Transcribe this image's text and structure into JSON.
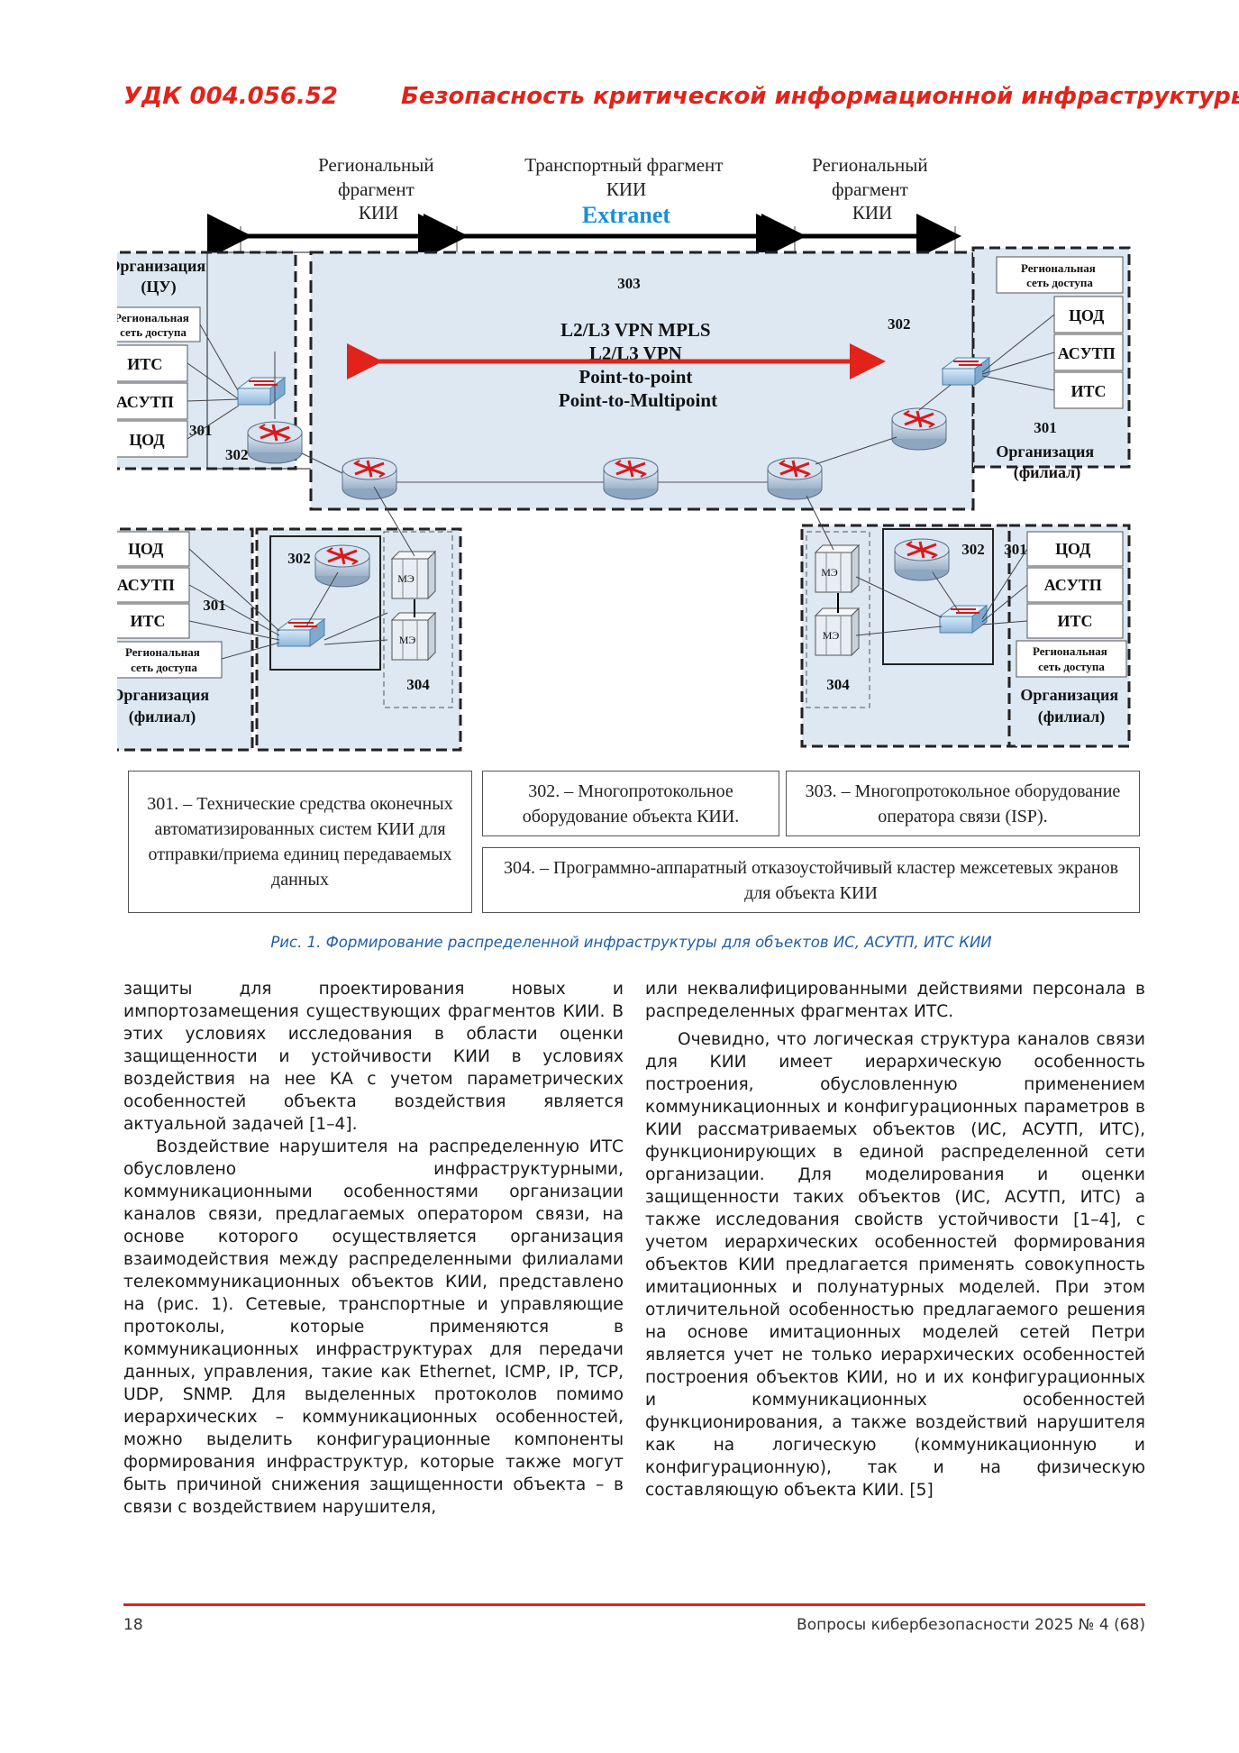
{
  "header": {
    "udk": "УДК 004.056.52",
    "title": "Безопасность критической информационной инфраструктуры"
  },
  "figure": {
    "top_labels": {
      "regional_left": [
        "Региональный",
        "фрагмент",
        "КИИ"
      ],
      "transport": [
        "Транспортный фрагмент",
        "КИИ"
      ],
      "extranet": "Extranet",
      "regional_right": [
        "Региональный",
        "фрагмент",
        "КИИ"
      ]
    },
    "center": {
      "number": "303",
      "protocols": [
        "L2/L3 VPN MPLS",
        "L2/L3 VPN",
        "Point-to-point",
        "Point-to-Multipoint"
      ]
    },
    "org_cu": {
      "title": [
        "Организация",
        "(ЦУ)"
      ],
      "access": [
        "Региональная",
        "сеть доступа"
      ],
      "systems": [
        "ИТС",
        "АСУТП",
        "ЦОД"
      ],
      "num301": "301",
      "num302": "302"
    },
    "org_right_top": {
      "access": [
        "Региональная",
        "сеть доступа"
      ],
      "systems": [
        "ЦОД",
        "АСУТП",
        "ИТС"
      ],
      "num301": "301",
      "title": [
        "Организация",
        "(филиал)"
      ],
      "num302": "302"
    },
    "org_left_bottom": {
      "systems": [
        "ЦОД",
        "АСУТП",
        "ИТС"
      ],
      "access": [
        "Региональная",
        "сеть доступа"
      ],
      "title": [
        "Организация",
        "(филиал)"
      ],
      "num301": "301",
      "num302": "302",
      "num304": "304",
      "fw": "МЭ"
    },
    "org_right_bottom": {
      "systems": [
        "ЦОД",
        "АСУТП",
        "ИТС"
      ],
      "access": [
        "Региональная",
        "сеть доступа"
      ],
      "title": [
        "Организация",
        "(филиал)"
      ],
      "num301": "301",
      "num302": "302",
      "num304": "304",
      "fw": "МЭ"
    }
  },
  "legend": {
    "l301": "301. – Технические средства оконечных автоматизированных систем КИИ для отправки/приема единиц передаваемых данных",
    "l302": "302. – Многопротокольное оборудование объекта КИИ.",
    "l303": "303. – Многопротокольное оборудование оператора связи (ISP).",
    "l304": "304. – Программно-аппаратный отказоустойчивый кластер межсетевых экранов для объекта КИИ"
  },
  "caption": "Рис. 1. Формирование распределенной инфраструктуры для объектов ИС, АСУТП, ИТС КИИ",
  "body": {
    "left": [
      "защиты для проектирования новых и импортозамещения существующих фрагментов КИИ. В этих условиях исследования в области оценки защищенности и устойчивости КИИ в условиях воздействия на нее КА с учетом параметрических особенностей объекта воздействия является актуальной задачей [1–4].",
      "Воздействие нарушителя на распределенную ИТС обусловлено инфраструктурными, коммуникационными особенностями организации каналов связи, предлагаемых оператором связи, на основе которого осуществляется организация взаимодействия между распределенными филиалами телекоммуникационных объектов КИИ, представлено на (рис. 1). Сетевые, транспортные и управляющие протоколы, которые применяются в коммуникационных инфраструктурах для передачи данных, управления, такие как Ethernet, ICMP, IP, TCP, UDP, SNMP. Для выделенных протоколов помимо иерархических – коммуникационных особенностей, можно выделить конфигурационные компоненты формирования инфраструктур, которые также могут быть причиной снижения защищенности объекта – в связи с воздействием нарушителя,"
    ],
    "right": [
      "или неквалифицированными действиями персонала в распределенных фрагментах ИТС.",
      "Очевидно, что логическая структура каналов связи для КИИ имеет иерархическую особенность построения, обусловленную применением коммуникационных и конфигурационных параметров в КИИ рассматриваемых объектов (ИС, АСУТП, ИТС), функционирующих в единой распределенной сети организации. Для моделирования и оценки защищенности таких объектов (ИС, АСУТП, ИТС) а также исследования свойств устойчивости [1–4], с учетом иерархических особенностей формирования объектов КИИ предлагается применять совокупность имитационных и полунатурных моделей. При этом отличительной особенностью предлагаемого решения на основе имитационных моделей сетей Петри является учет не только иерархических особенностей построения объектов КИИ, но и их конфигурационных и коммуникационных особенностей функционирования, а также воздействий нарушителя как на логическую (коммуникационную и конфигурационную), так и на физическую составляющую объекта КИИ. [5]"
    ]
  },
  "footer": {
    "page": "18",
    "journal": "Вопросы кибербезопасности 2025 № 4 (68)"
  },
  "colors": {
    "accent_red": "#e2231a",
    "caption_blue": "#1f5fa8",
    "extranet_blue": "#1a8fd6",
    "zone_fill": "#dde8f3"
  }
}
